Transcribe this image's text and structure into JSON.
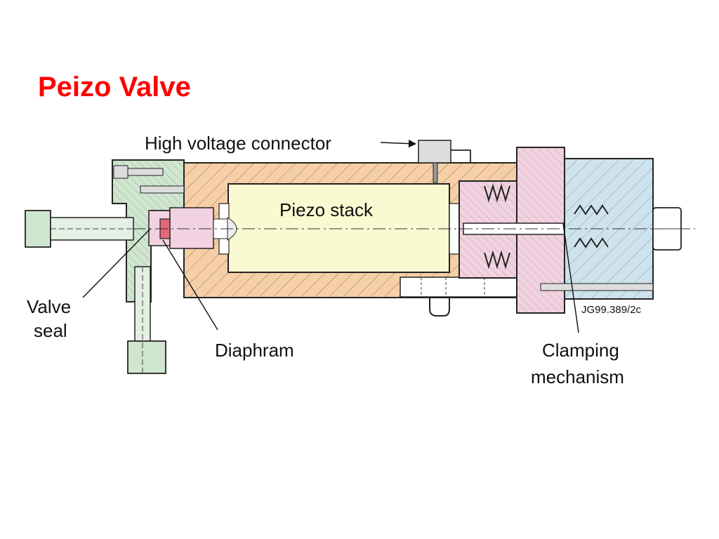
{
  "slide": {
    "title": "Peizo Valve"
  },
  "labels": {
    "high_voltage_connector": "High voltage connector",
    "piezo_stack": "Piezo stack",
    "valve_seal_line1": "Valve",
    "valve_seal_line2": "seal",
    "diaphram": "Diaphram",
    "clamping_line1": "Clamping",
    "clamping_line2": "mechanism",
    "figure_code": "JG99.389/2c"
  },
  "colors": {
    "title": "#ff0000",
    "housing_orange": "#f6cfa6",
    "left_green": "#cfe6cf",
    "pink": "#f2d2e0",
    "blue": "#cde3ee",
    "piezo_yellow": "#fafad2",
    "red_seal": "#e2687a"
  }
}
